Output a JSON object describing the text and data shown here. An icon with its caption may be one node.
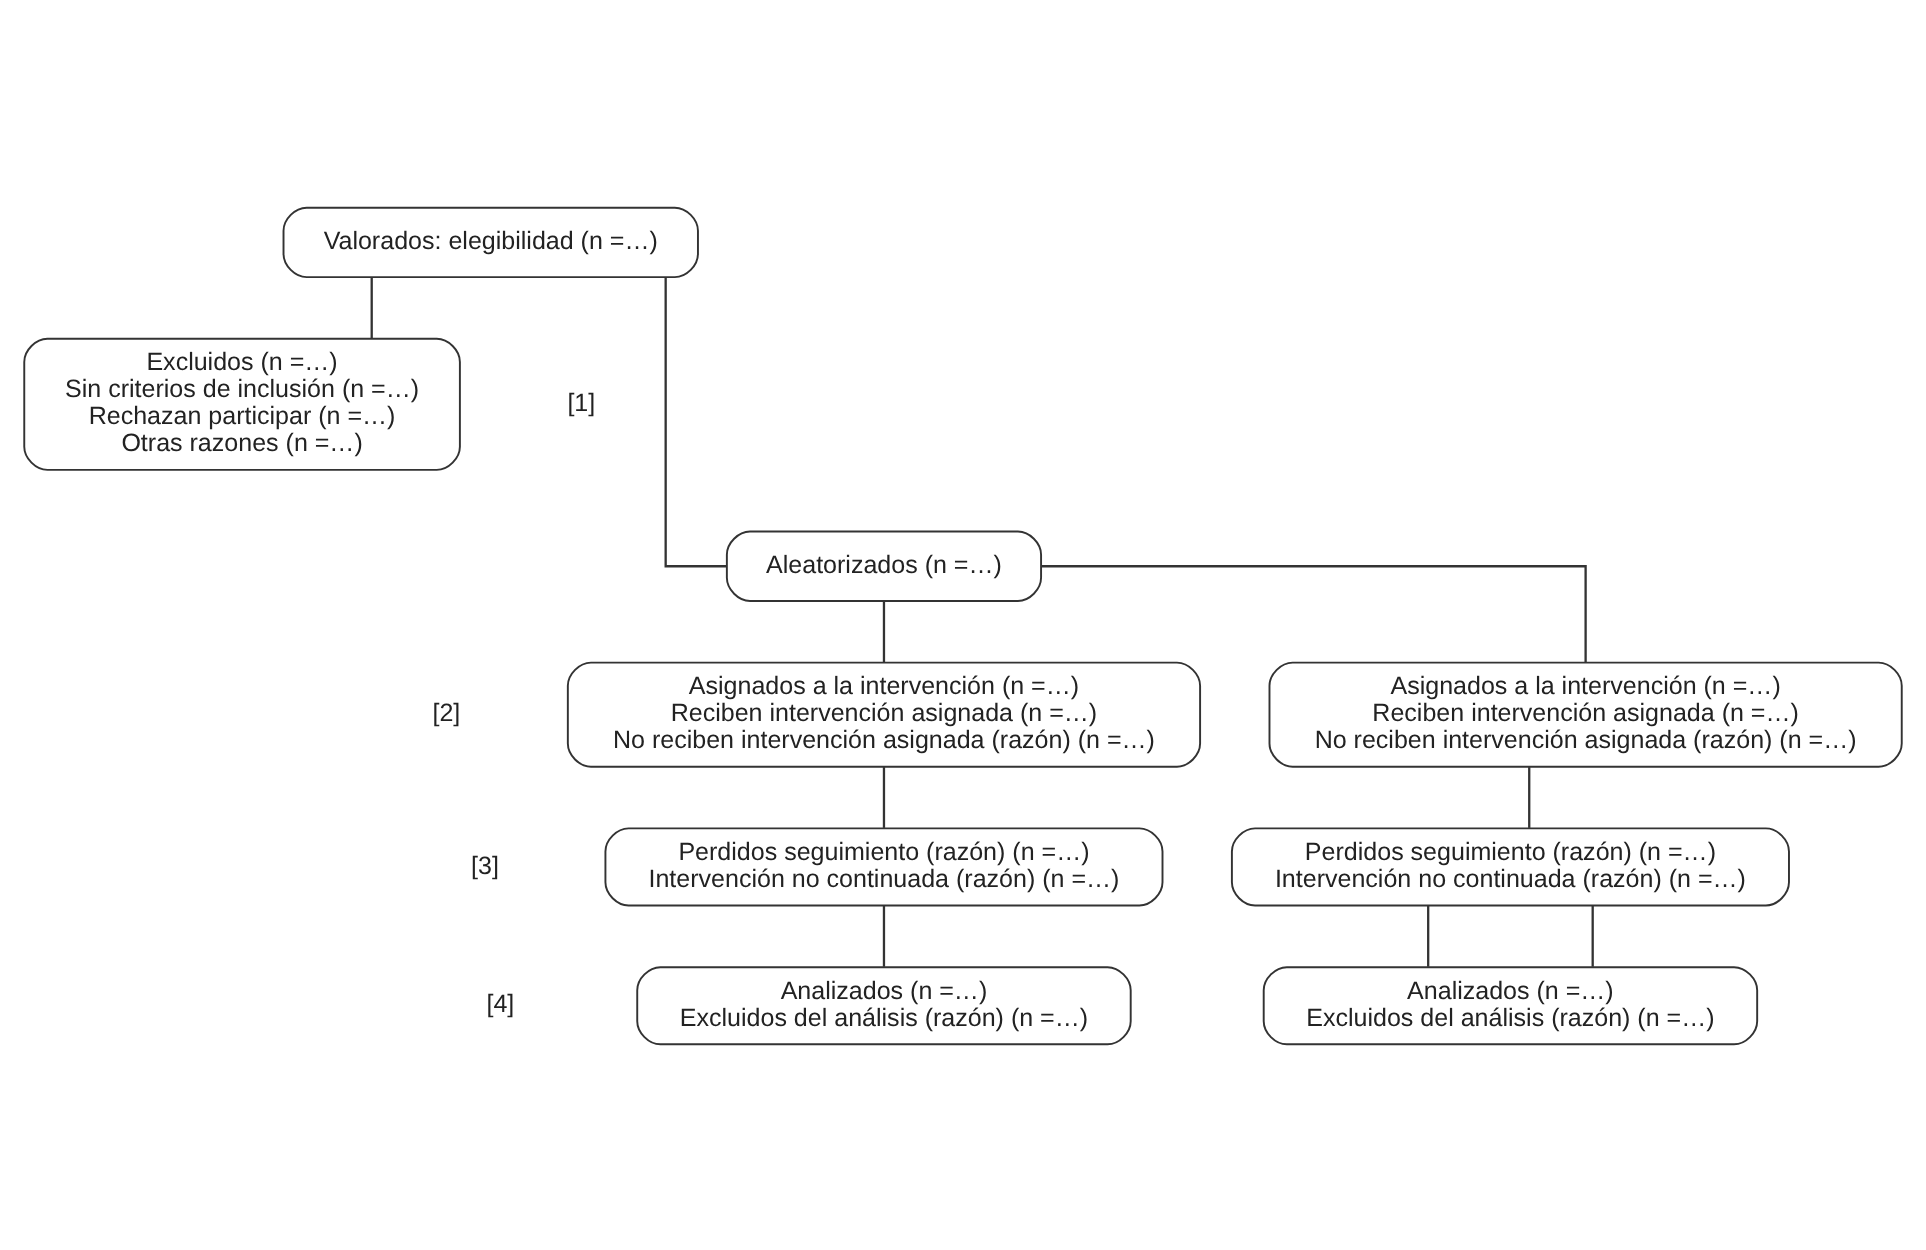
{
  "diagram": {
    "nodes": [
      {
        "text": [
          "Valorados: elegibilidad (n =…)"
        ]
      },
      {
        "text": [
          "Excluidos (n =…)",
          "Sin criterios de inclusión (n =…)",
          "Rechazan participar (n =…)",
          "Otras razones (n =…)"
        ]
      },
      {
        "text": [
          "Aleatorizados (n =…)"
        ]
      },
      {
        "text": [
          "Asignados a la intervención (n =…)",
          "Reciben intervención asignada (n =…)",
          "No reciben intervención asignada (razón) (n =…)"
        ]
      },
      {
        "text": [
          "Asignados a la intervención (n =…)",
          "Reciben intervención asignada (n =…)",
          "No reciben intervención asignada (razón) (n =…)"
        ]
      },
      {
        "text": [
          "Perdidos seguimiento (razón) (n =…)",
          "Intervención no continuada (razón) (n =…)"
        ]
      },
      {
        "text": [
          "Perdidos seguimiento (razón) (n =…)",
          "Intervención no continuada (razón) (n =…)"
        ]
      },
      {
        "text": [
          "Analizados (n =…)",
          "Excluidos del análisis (razón) (n =…)"
        ]
      },
      {
        "text": [
          "Analizados (n =…)",
          "Excluidos del análisis (razón) (n =…)"
        ]
      }
    ],
    "edges": [
      {
        "from": 0,
        "to": 1,
        "arrow": "none"
      },
      {
        "from": 0,
        "to": 2,
        "arrow": "none"
      },
      {
        "from": 2,
        "to": 3,
        "arrow": "none"
      },
      {
        "from": 2,
        "to": 4,
        "arrow": "none"
      },
      {
        "from": 3,
        "to": 5,
        "arrow": "none"
      },
      {
        "from": 4,
        "to": 6,
        "arrow": "none"
      },
      {
        "from": 5,
        "to": 7,
        "arrow": "none"
      },
      {
        "from": 6,
        "to": 8,
        "arrow": "none"
      },
      {
        "from": 6,
        "to": 8,
        "arrow": "none"
      }
    ],
    "labels": [
      "[1]",
      "[2]",
      "[3]",
      "[4]"
    ]
  }
}
